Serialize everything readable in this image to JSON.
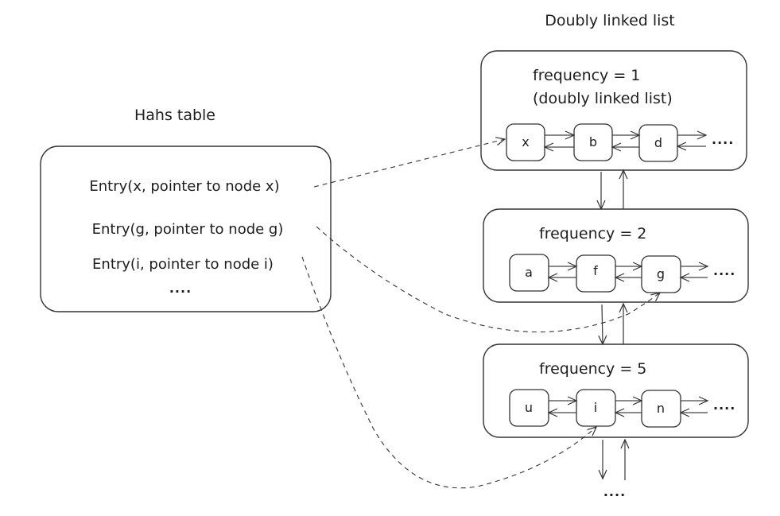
{
  "hash_table": {
    "title": "Hahs table",
    "entries": [
      {
        "label": "Entry(x, pointer to node x)",
        "key": "x"
      },
      {
        "label": "Entry(g, pointer to node g)",
        "key": "g"
      },
      {
        "label": "Entry(i, pointer to node i)",
        "key": "i"
      }
    ],
    "more": "...."
  },
  "frequency_list": {
    "title": "Doubly linked list",
    "buckets": [
      {
        "label": "frequency = 1",
        "sublabel": "(doubly linked list)",
        "nodes": [
          "x",
          "b",
          "d"
        ],
        "more": "...."
      },
      {
        "label": "frequency = 2",
        "sublabel": "",
        "nodes": [
          "a",
          "f",
          "g"
        ],
        "more": "...."
      },
      {
        "label": "frequency = 5",
        "sublabel": "",
        "nodes": [
          "u",
          "i",
          "n"
        ],
        "more": "...."
      }
    ],
    "more": "...."
  },
  "pointers": [
    {
      "from": "x",
      "to_bucket": 0,
      "to_node": 0
    },
    {
      "from": "g",
      "to_bucket": 1,
      "to_node": 2
    },
    {
      "from": "i",
      "to_bucket": 2,
      "to_node": 1
    }
  ]
}
